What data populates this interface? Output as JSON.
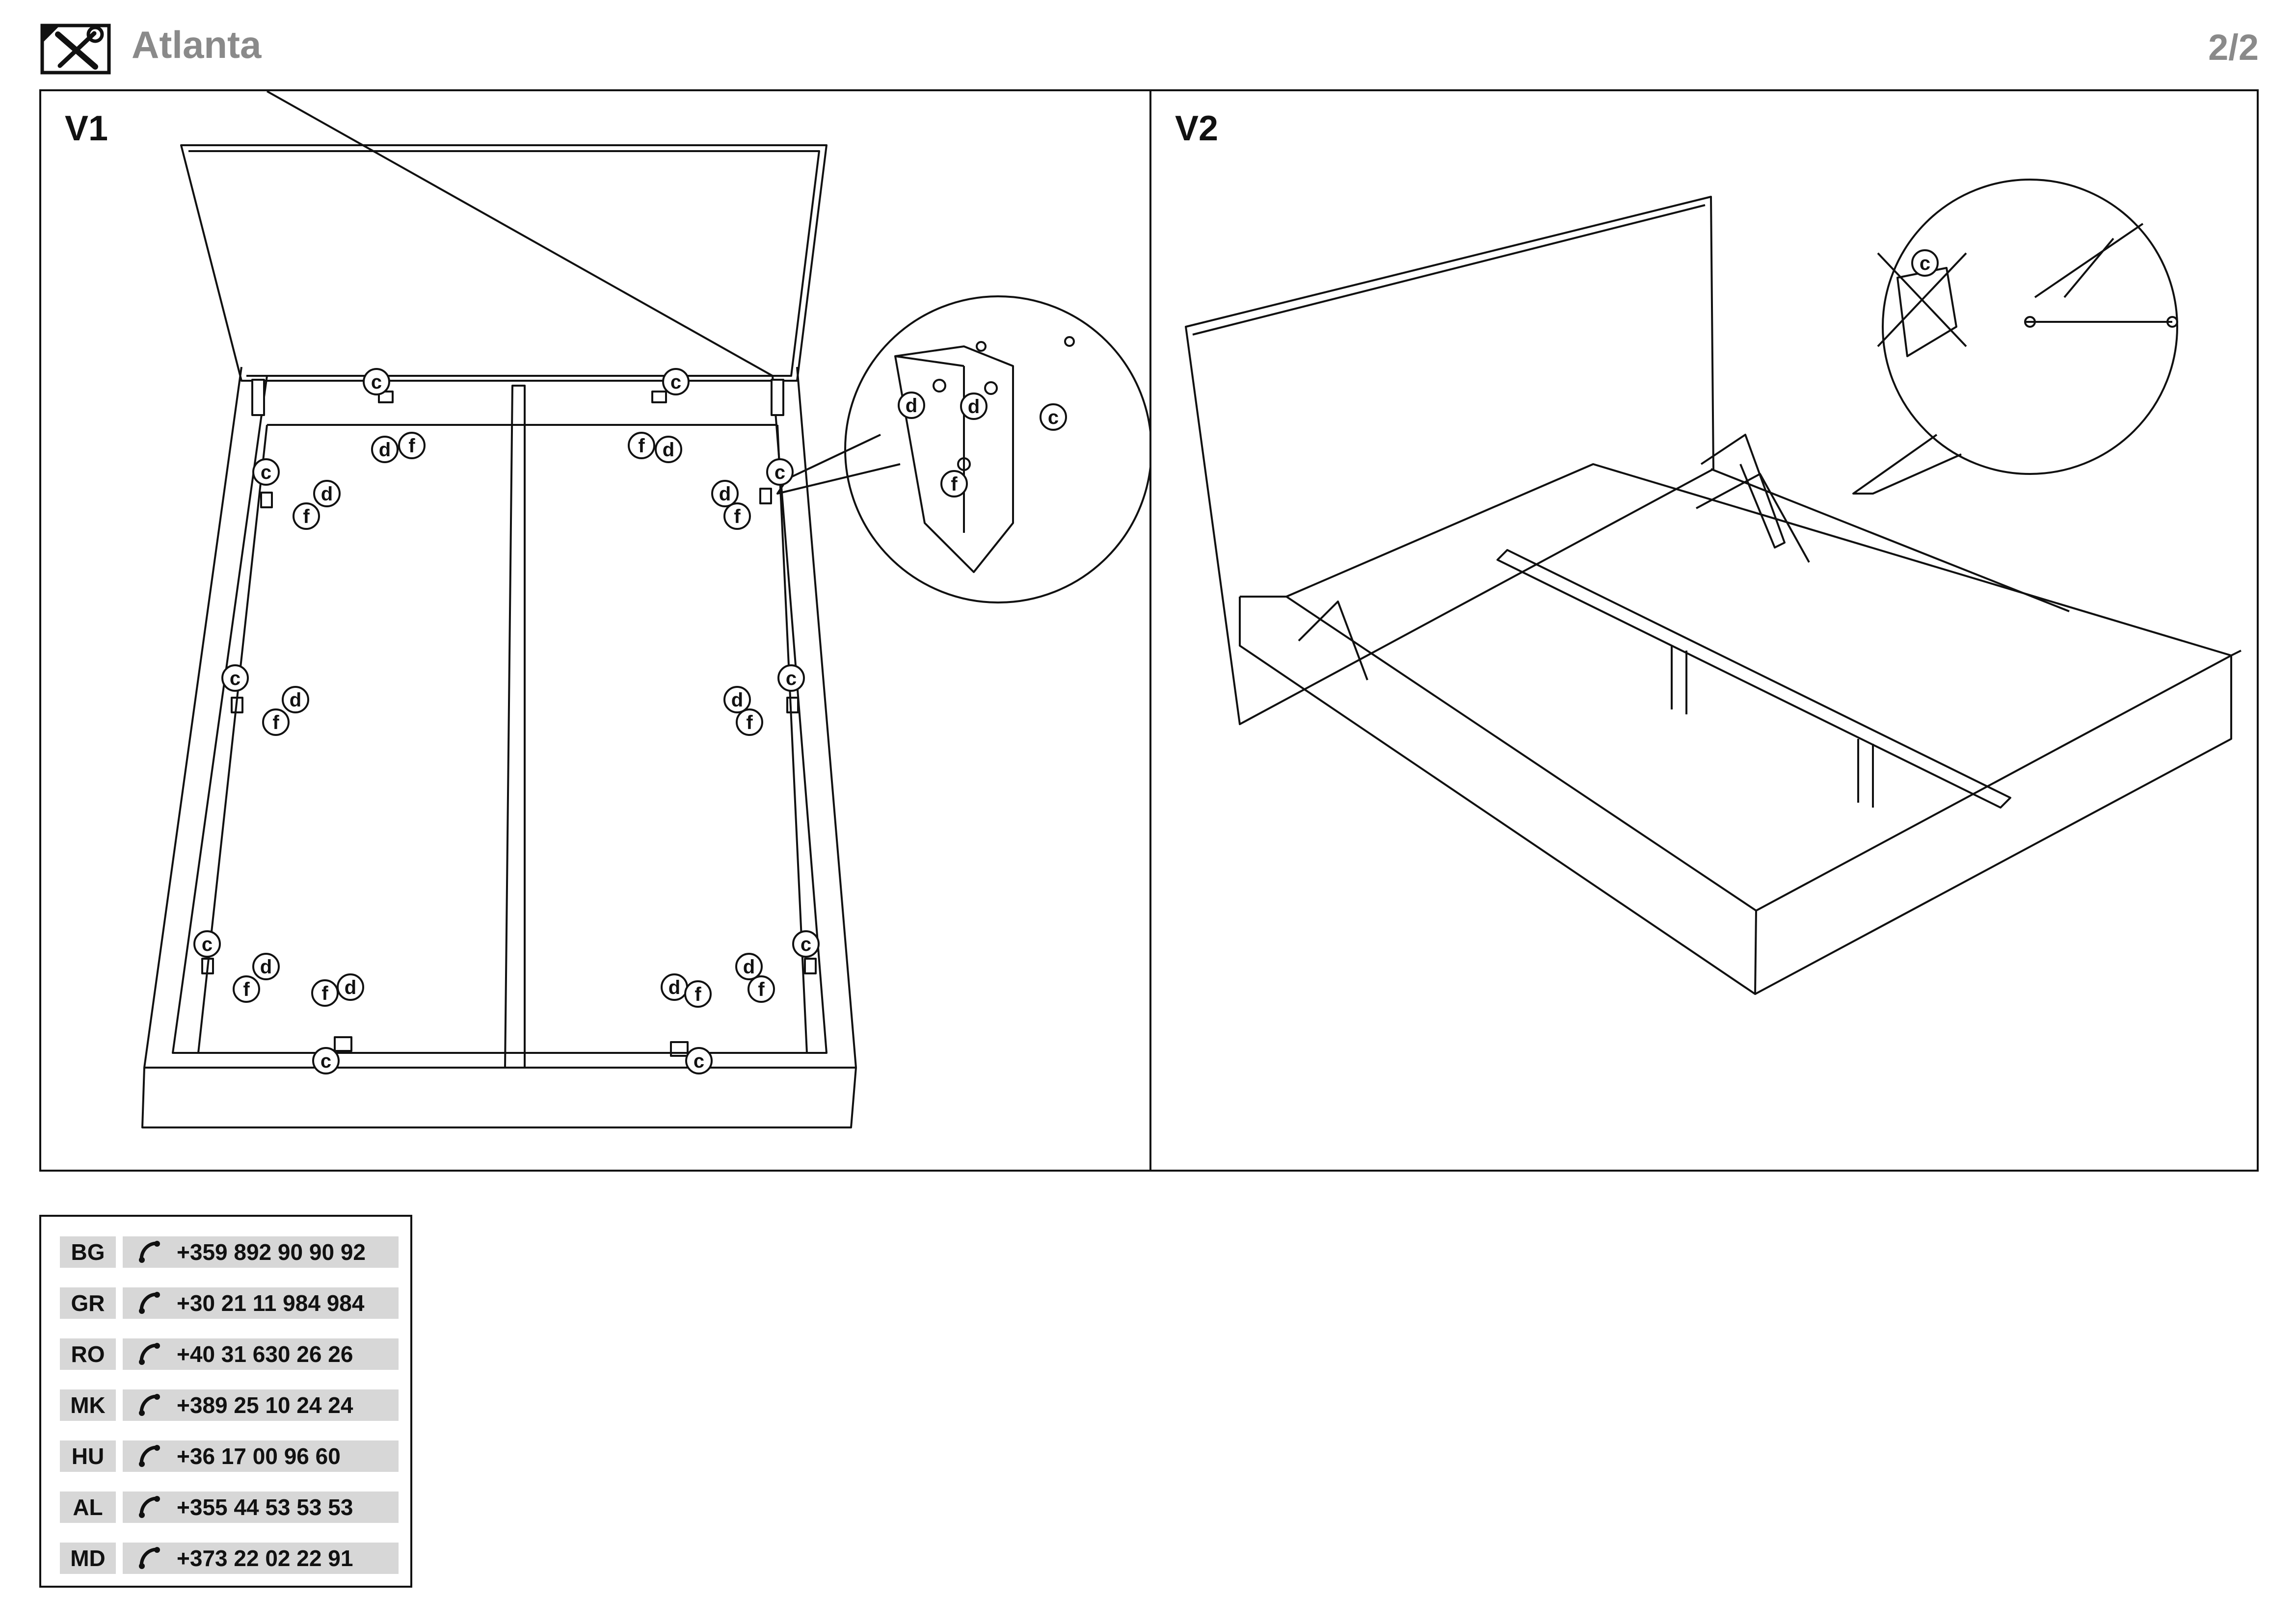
{
  "header": {
    "icon": "tools-icon",
    "title": "Atlanta",
    "page": "2/2"
  },
  "panels": [
    {
      "label": "V1",
      "callouts": [
        "c",
        "d",
        "f"
      ]
    },
    {
      "label": "V2",
      "callouts": [
        "c"
      ]
    }
  ],
  "contacts": [
    {
      "country": "BG",
      "phone": "+359 892 90 90 92"
    },
    {
      "country": "GR",
      "phone": "+30 21 11 984 984"
    },
    {
      "country": "RO",
      "phone": "+40 31 630 26 26"
    },
    {
      "country": "MK",
      "phone": "+389 25 10 24 24"
    },
    {
      "country": "HU",
      "phone": "+36 17 00 96 60"
    },
    {
      "country": "AL",
      "phone": "+355 44 53 53 53"
    },
    {
      "country": "MD",
      "phone": "+373 22 02 22 91"
    }
  ],
  "icons": {
    "phone": "phone-icon"
  }
}
